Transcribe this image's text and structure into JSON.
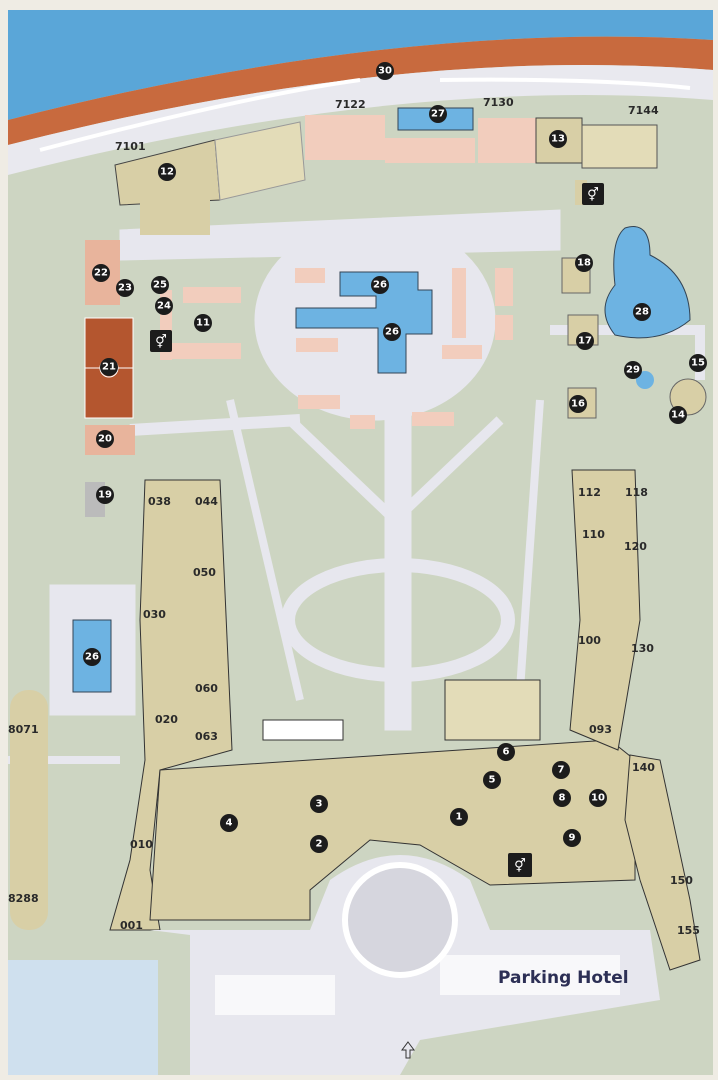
{
  "map": {
    "title": "Parking Hotel",
    "colors": {
      "sea": "#5aa6d8",
      "beach": "#c86a3e",
      "lawn": "#cdd5c2",
      "path": "#e7e7ee",
      "building": "#d8cfa6",
      "pool": "#6db3e2",
      "court": "#e8b49c",
      "court_red": "#b4562f"
    },
    "room_labels": [
      "7101",
      "7122",
      "7130",
      "7144",
      "038",
      "044",
      "050",
      "030",
      "060",
      "020",
      "063",
      "010",
      "001",
      "8071",
      "8288",
      "112",
      "118",
      "110",
      "120",
      "100",
      "130",
      "093",
      "140",
      "150",
      "155"
    ],
    "markers": [
      "1",
      "2",
      "3",
      "4",
      "5",
      "6",
      "7",
      "8",
      "9",
      "10",
      "11",
      "12",
      "13",
      "14",
      "15",
      "16",
      "17",
      "18",
      "19",
      "20",
      "21",
      "22",
      "23",
      "24",
      "25",
      "26",
      "26",
      "27",
      "28",
      "29",
      "30",
      "26"
    ],
    "icons": [
      "restroom-icon",
      "restroom-icon",
      "restroom-icon",
      "entrance-arrow-icon"
    ]
  }
}
